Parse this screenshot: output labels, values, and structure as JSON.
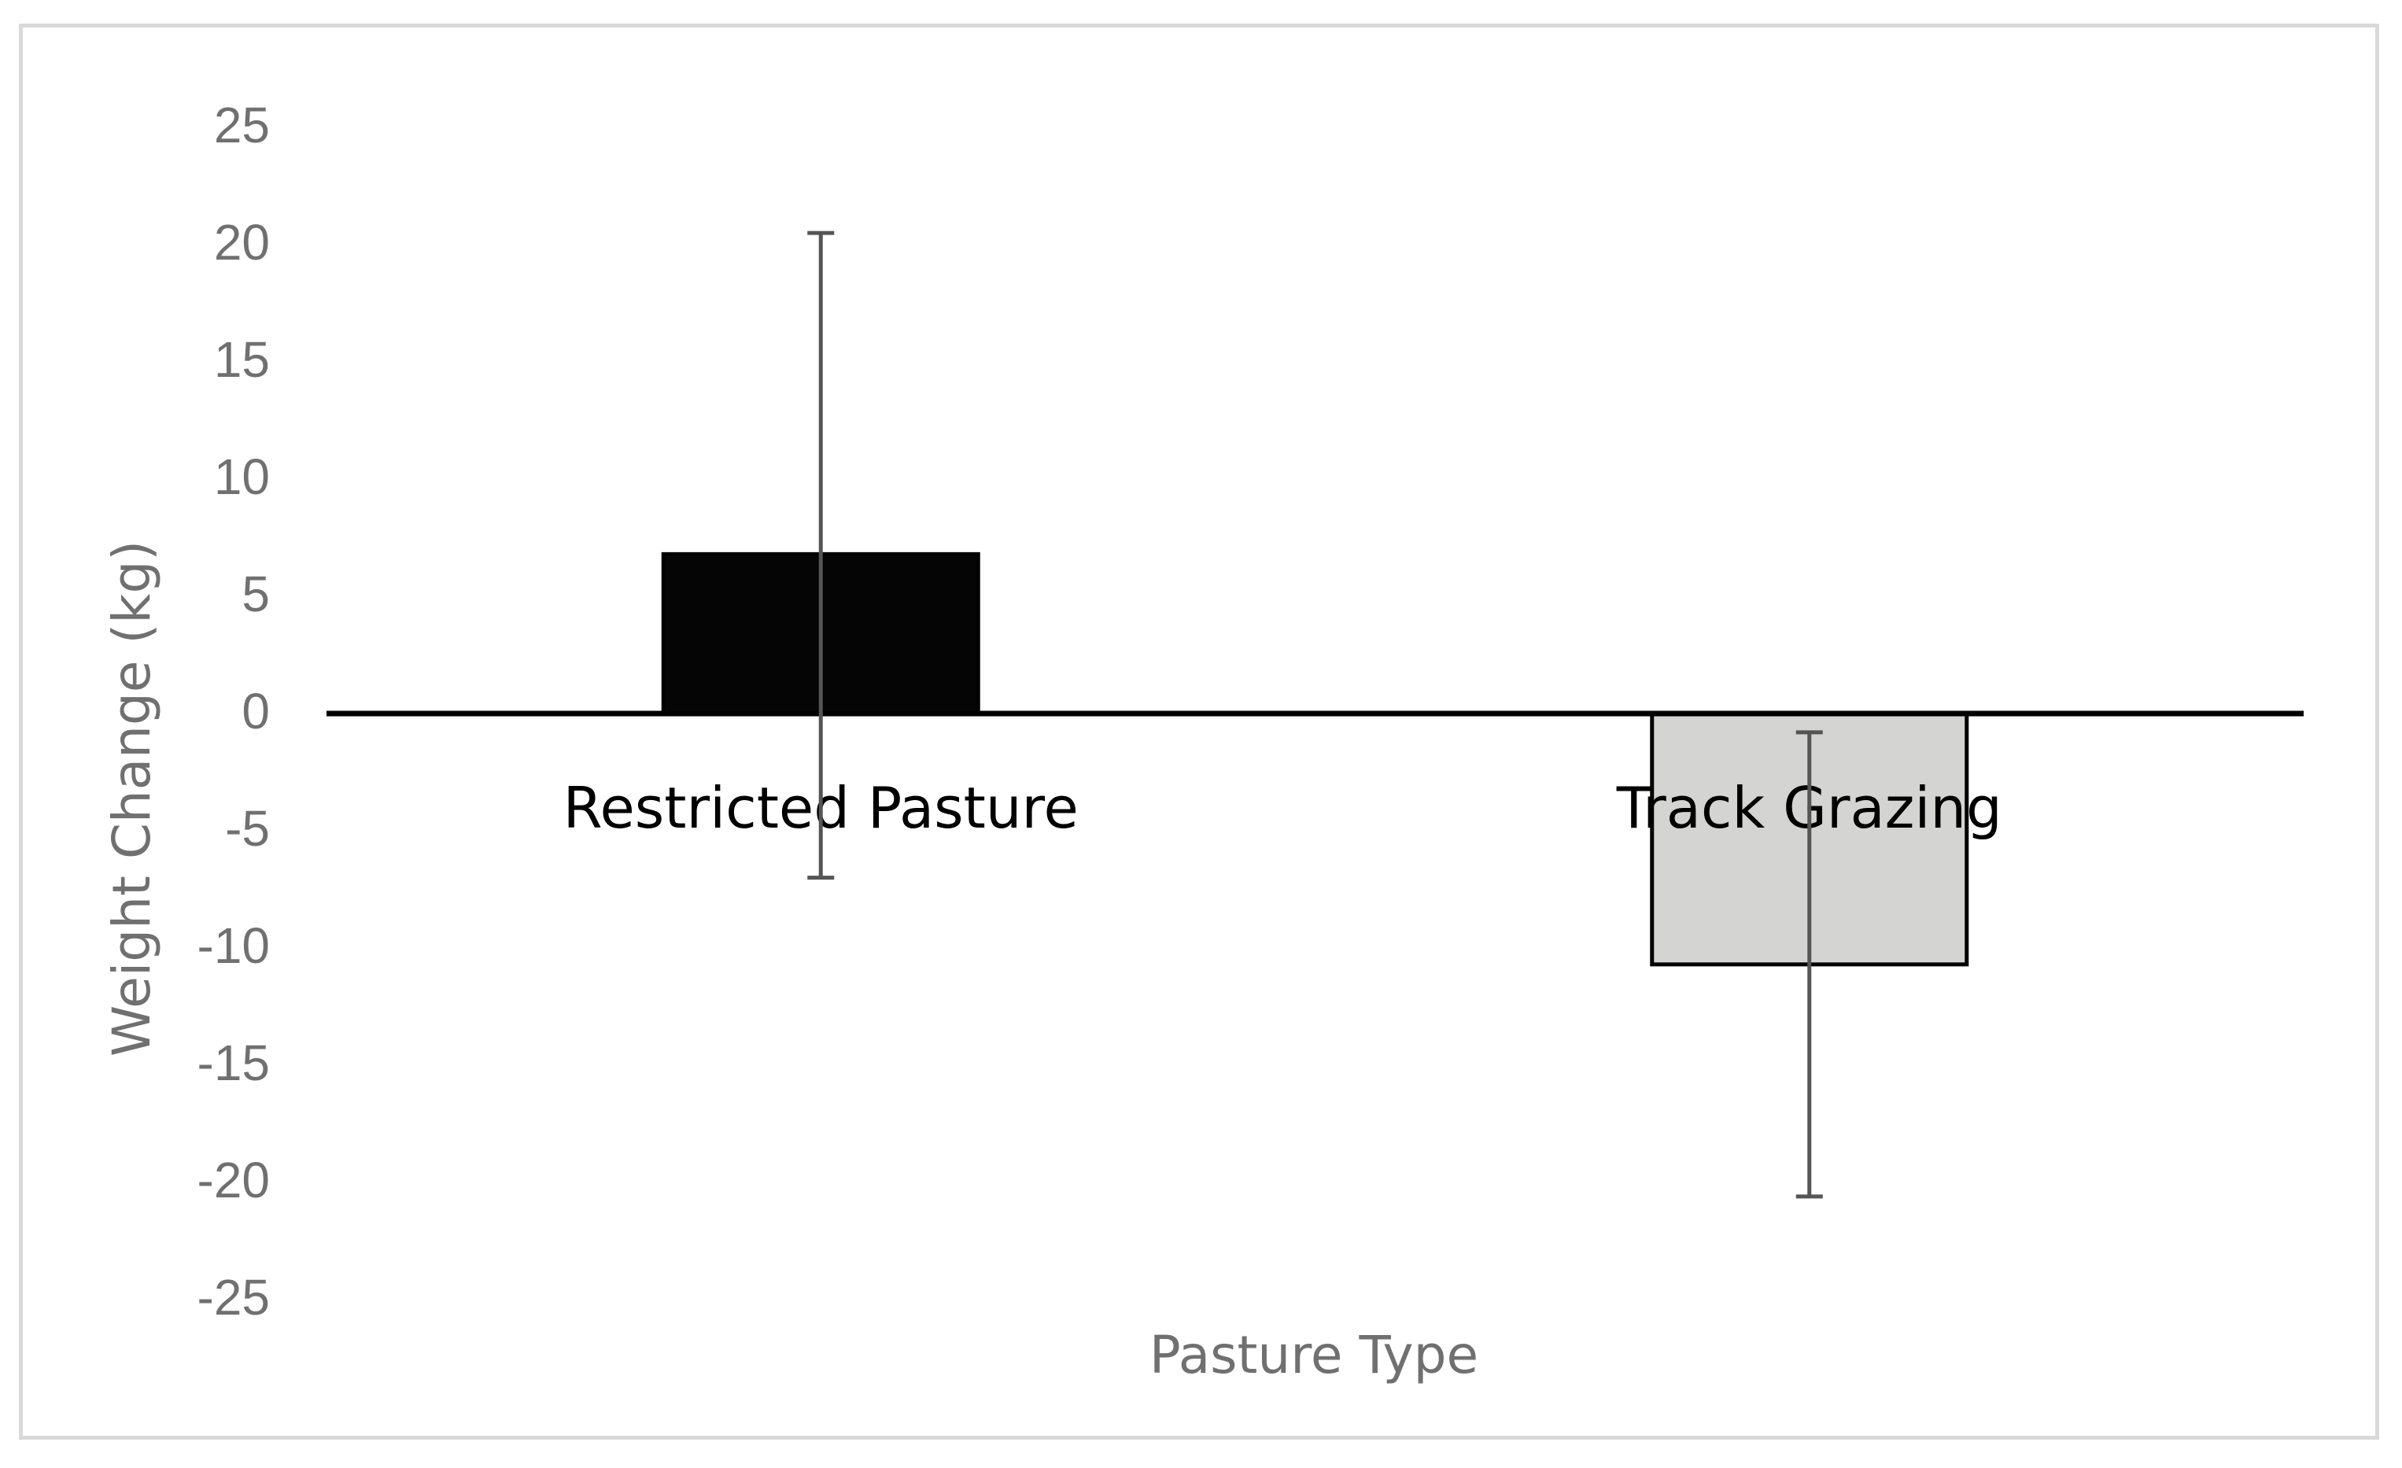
{
  "chart_data": {
    "type": "bar",
    "title": "",
    "xlabel": "Pasture Type",
    "ylabel": "Weight Change (kg)",
    "ylim": [
      -25,
      25
    ],
    "y_ticks": [
      25,
      20,
      15,
      10,
      5,
      0,
      -5,
      -10,
      -15,
      -20,
      -25
    ],
    "y_tick_labels": [
      "25",
      "20",
      "15",
      "10",
      "5",
      "0",
      "-5",
      "-10",
      "-15",
      "-20",
      "-25"
    ],
    "categories": [
      "Restricted Pasture",
      "Track Grazing"
    ],
    "values": [
      6.8,
      -10.7
    ],
    "error_bars": [
      {
        "upper": 20.5,
        "lower": -7.0
      },
      {
        "upper": -0.8,
        "lower": -20.6
      }
    ],
    "bar_colors": [
      "#050505",
      "#d4d4d2"
    ],
    "bar_border_color": "#000000",
    "error_bar_color": "#555555",
    "grid": false,
    "legend": "none"
  }
}
